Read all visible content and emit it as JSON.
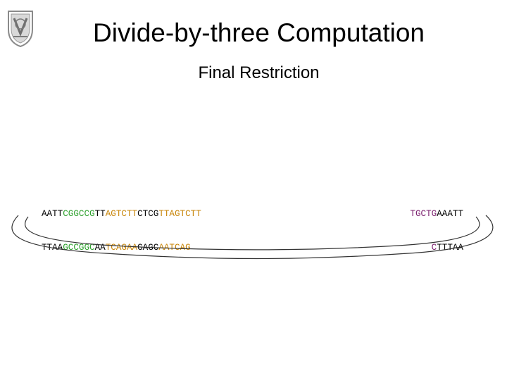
{
  "header": {
    "title": "Divide-by-three Computation",
    "subtitle": "Final Restriction"
  },
  "colors": {
    "black": "#000000",
    "green": "#2ca02c",
    "orange": "#c8860a",
    "purple": "#7a1f6e",
    "loop": "#333333"
  },
  "left_strand": {
    "top": [
      {
        "text": "AATT",
        "color": "black"
      },
      {
        "text": "CGGCCG",
        "color": "green"
      },
      {
        "text": "TT",
        "color": "black"
      },
      {
        "text": "AGTCTT",
        "color": "orange"
      },
      {
        "text": "CTCG",
        "color": "black"
      },
      {
        "text": "TTAGTCTT",
        "color": "orange"
      }
    ],
    "bottom": [
      {
        "text": "TTAA",
        "color": "black"
      },
      {
        "text": "GCCGGC",
        "color": "green"
      },
      {
        "text": "AA",
        "color": "black"
      },
      {
        "text": "TCAGAA",
        "color": "orange"
      },
      {
        "text": "GAGC",
        "color": "black"
      },
      {
        "text": "AATCAG",
        "color": "orange"
      }
    ]
  },
  "right_strand": {
    "top": [
      {
        "text": "TGCTG",
        "color": "purple"
      },
      {
        "text": "AAATT",
        "color": "black"
      }
    ],
    "bottom": [
      {
        "text": "C",
        "color": "purple"
      },
      {
        "text": "TTTAA",
        "color": "black"
      }
    ]
  },
  "logo": {
    "icon": "institution-emblem-icon"
  }
}
